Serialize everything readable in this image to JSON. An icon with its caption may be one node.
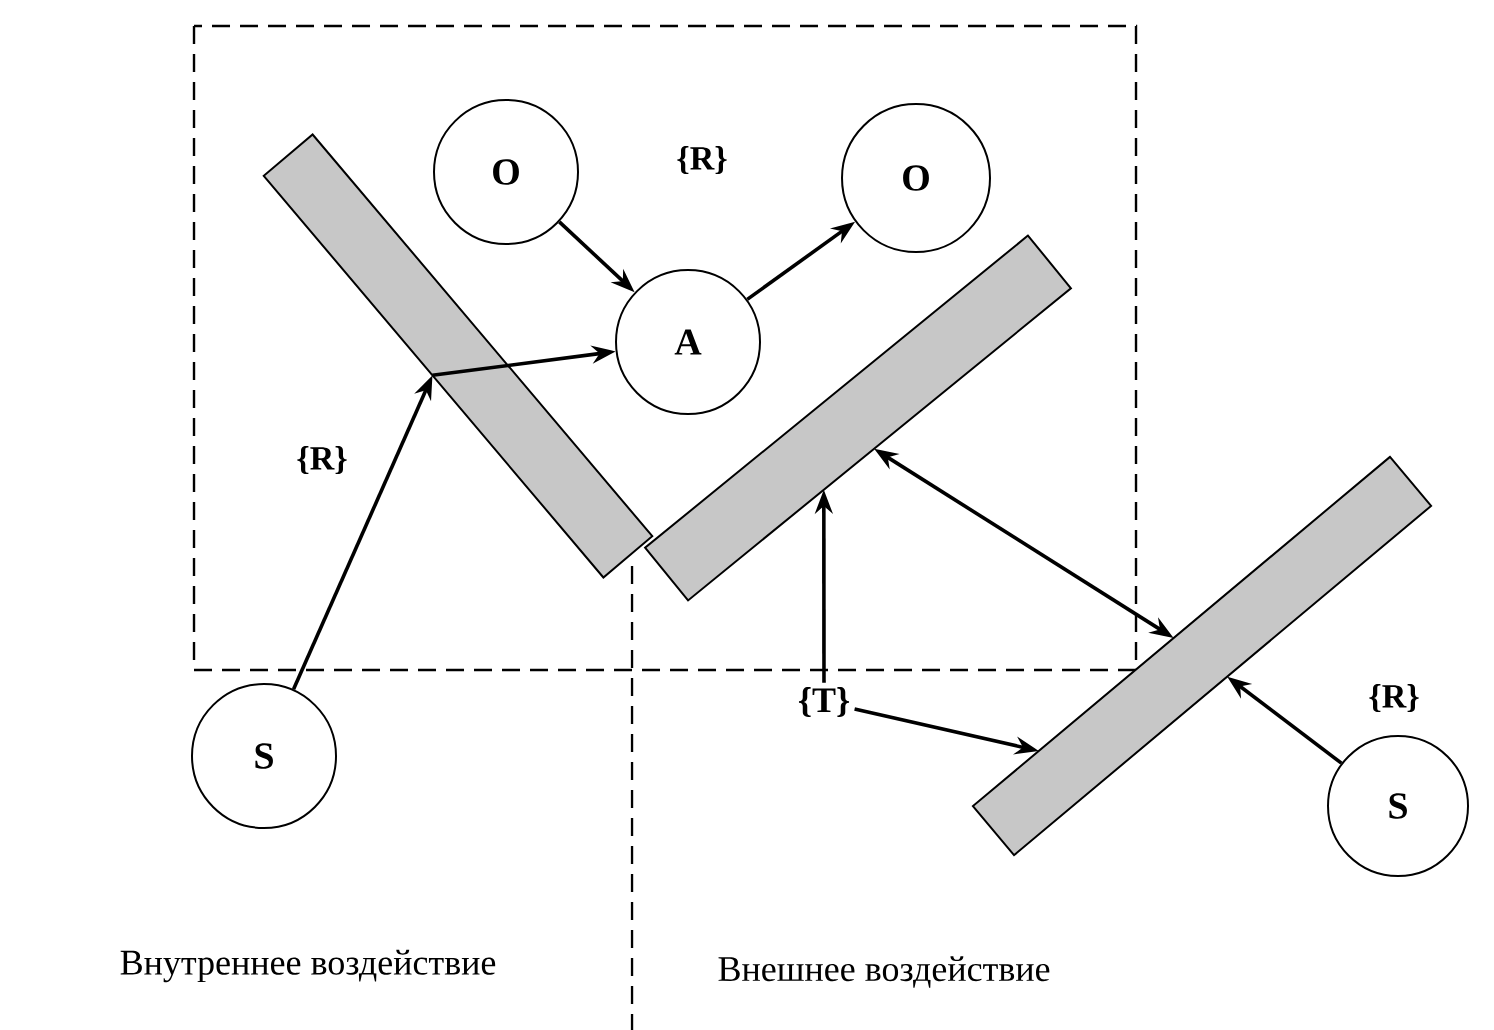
{
  "diagram": {
    "nodes": [
      {
        "text": [
          "O"
        ]
      },
      {
        "text": [
          "O"
        ]
      },
      {
        "text": [
          "A"
        ]
      },
      {
        "text": [],
        "shape": "bar"
      },
      {
        "text": [],
        "shape": "bar"
      },
      {
        "text": [
          "S"
        ]
      },
      {
        "text": [
          "{T}"
        ]
      },
      {
        "text": [],
        "shape": "bar"
      },
      {
        "text": [
          "S"
        ]
      }
    ],
    "edges": [
      {
        "from": 0,
        "to": 2,
        "arrow": "to"
      },
      {
        "from": 2,
        "to": 1,
        "arrow": "to"
      },
      {
        "from": 5,
        "to": 3,
        "arrow": "to"
      },
      {
        "from": 3,
        "to": 2,
        "arrow": "to"
      },
      {
        "from": 6,
        "to": 4,
        "arrow": "to"
      },
      {
        "from": 6,
        "to": 7,
        "arrow": "to"
      },
      {
        "from": 4,
        "to": 7,
        "arrow": "both"
      },
      {
        "from": 8,
        "to": 7,
        "arrow": "to"
      }
    ],
    "labels": [
      "{R}",
      "{R}",
      "{R}",
      "Внутреннее воздействие",
      "Внешнее воздействие"
    ]
  }
}
